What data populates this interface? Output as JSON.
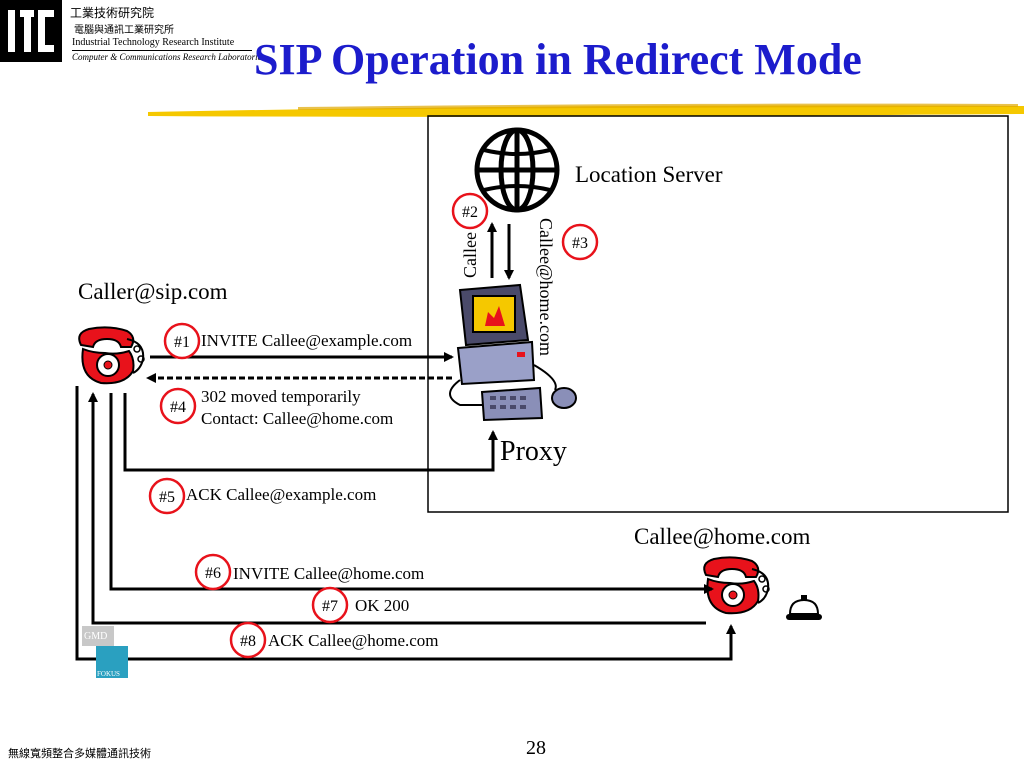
{
  "header": {
    "institute_cn": "工業技術研究院",
    "lab_cn": "電腦與通訊工業研究所",
    "institute_en": "Industrial Technology Research Institute",
    "lab_en": "Computer & Communications Research Laboratories",
    "title": "SIP Operation in Redirect Mode"
  },
  "diagram": {
    "location_server_label": "Location Server",
    "proxy_label": "Proxy",
    "caller_label": "Caller@sip.com",
    "callee_label": "Callee@home.com",
    "vertical_label_2": "Callee",
    "vertical_label_3": "Callee@home.com",
    "badge_gmd": "GMD",
    "badge_fokus": "FOKUS",
    "steps": [
      {
        "num": "#1",
        "text": "INVITE Callee@example.com"
      },
      {
        "num": "#2",
        "text": ""
      },
      {
        "num": "#3",
        "text": ""
      },
      {
        "num": "#4",
        "text_line1": "302 moved temporarily",
        "text_line2": "Contact: Callee@home.com"
      },
      {
        "num": "#5",
        "text": "ACK Callee@example.com"
      },
      {
        "num": "#6",
        "text": "INVITE Callee@home.com"
      },
      {
        "num": "#7",
        "text": "OK 200"
      },
      {
        "num": "#8",
        "text": "ACK Callee@home.com"
      }
    ]
  },
  "footer": {
    "left_text": "無線寬頻整合多媒體通訊技術",
    "page_number": "28"
  },
  "colors": {
    "title": "#1c1ccc",
    "step_circle": "#e8121b",
    "phone": "#e8121b",
    "underline": "#f5c800"
  }
}
